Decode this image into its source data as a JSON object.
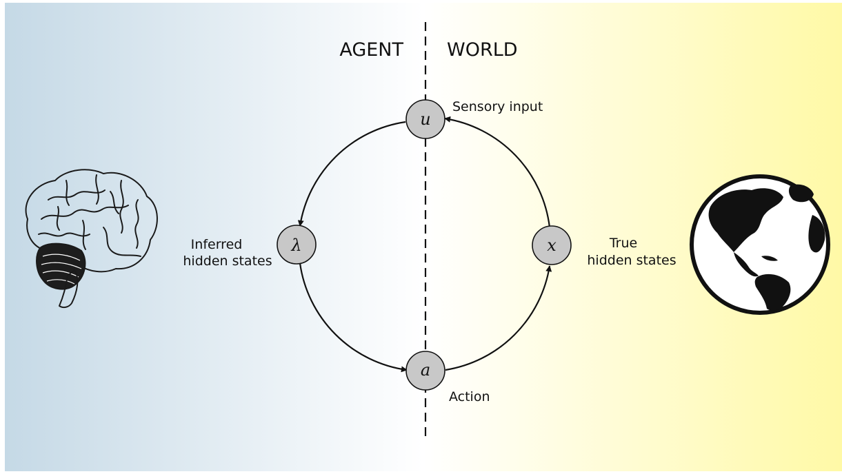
{
  "headers": {
    "agent": "AGENT",
    "world": "WORLD"
  },
  "nodes": {
    "sensory": {
      "symbol": "u",
      "label": "Sensory input"
    },
    "inferred": {
      "symbol": "λ",
      "label_line1": "Inferred",
      "label_line2": "hidden states"
    },
    "true_states": {
      "symbol": "x",
      "label_line1": "True",
      "label_line2": "hidden states"
    },
    "action": {
      "symbol": "a",
      "label": "Action"
    }
  },
  "icons": {
    "left": "brain-icon",
    "right": "globe-icon"
  },
  "colors": {
    "agent_background": "#c5d9e6",
    "world_background": "#fff9a6",
    "node_fill": "#c8c8c8",
    "line": "#111111"
  }
}
